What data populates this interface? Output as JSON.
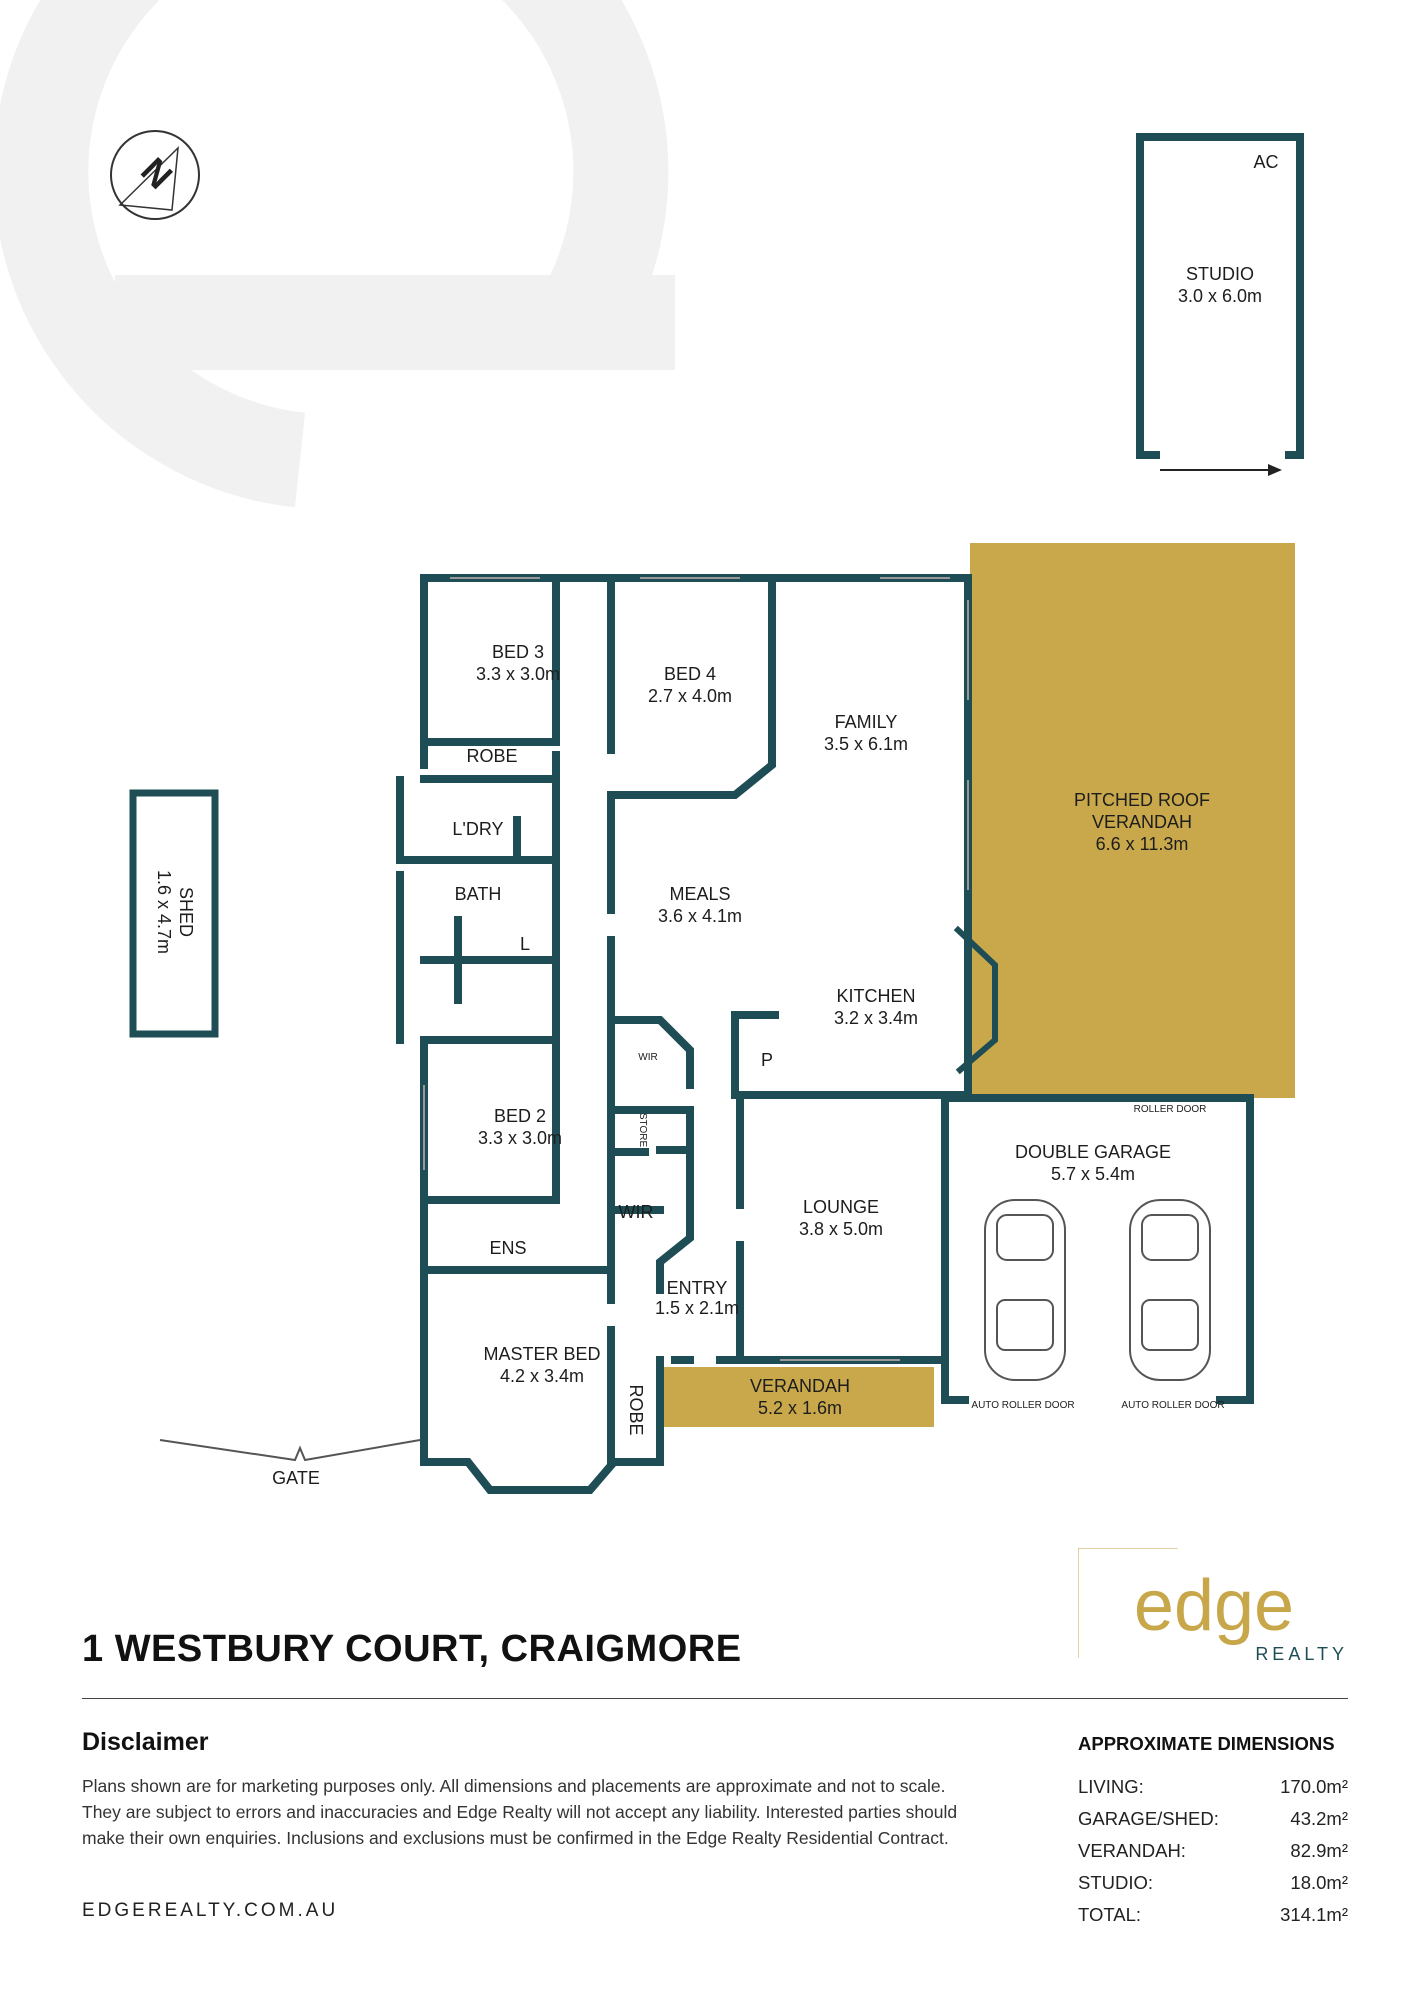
{
  "address": "1 WESTBURY COURT, CRAIGMORE",
  "brand": {
    "wordmark": "edge",
    "tagline": "REALTY",
    "gold": "#c8a64a"
  },
  "website": "EDGEREALTY.COM.AU",
  "disclaimer": {
    "title": "Disclaimer",
    "lines": [
      "Plans shown are for marketing purposes only. All dimensions and placements are approximate and not to scale.",
      "They are subject to errors and inaccuracies and Edge Realty will not accept any liability. Interested parties should",
      "make their own enquiries. Inclusions and exclusions must be confirmed in the Edge Realty Residential Contract."
    ]
  },
  "dimensions": {
    "title": "APPROXIMATE DIMENSIONS",
    "rows": [
      {
        "label": "LIVING:",
        "value": "170.0m²"
      },
      {
        "label": "GARAGE/SHED:",
        "value": "43.2m²"
      },
      {
        "label": "VERANDAH:",
        "value": "82.9m²"
      },
      {
        "label": "STUDIO:",
        "value": "18.0m²"
      },
      {
        "label": "TOTAL:",
        "value": "314.1m²"
      }
    ]
  },
  "plan": {
    "colors": {
      "wall": "#1e4d55",
      "verandah": "#c9a84c",
      "watermark": "#f1f1f1"
    },
    "compass": "N",
    "rooms": {
      "bed3": {
        "name": "BED 3",
        "size": "3.3 x 3.0m"
      },
      "bed4": {
        "name": "BED 4",
        "size": "2.7 x 4.0m"
      },
      "family": {
        "name": "FAMILY",
        "size": "3.5 x 6.1m"
      },
      "meals": {
        "name": "MEALS",
        "size": "3.6 x 4.1m"
      },
      "kitchen": {
        "name": "KITCHEN",
        "size": "3.2 x 3.4m"
      },
      "bed2": {
        "name": "BED 2",
        "size": "3.3 x 3.0m"
      },
      "lounge": {
        "name": "LOUNGE",
        "size": "3.8 x 5.0m"
      },
      "entry": {
        "name": "ENTRY",
        "size": "1.5 x 2.1m"
      },
      "master": {
        "name": "MASTER BED",
        "size": "4.2 x 3.4m"
      },
      "garage": {
        "name": "DOUBLE GARAGE",
        "size": "5.7 x 5.4m"
      },
      "verandah": {
        "name": "VERANDAH",
        "size": "5.2 x 1.6m"
      },
      "pitched": {
        "line1": "PITCHED ROOF",
        "line2": "VERANDAH",
        "size": "6.6 x 11.3m"
      },
      "studio": {
        "name": "STUDIO",
        "size": "3.0 x 6.0m"
      },
      "shed": {
        "name": "SHED",
        "size": "1.6 x 4.7m"
      }
    },
    "labels": {
      "robe": "ROBE",
      "laundry": "L'DRY",
      "bath": "BATH",
      "linen": "L",
      "wir": "WIR",
      "store": "STORE",
      "ens": "ENS",
      "pantry": "P",
      "ac": "AC",
      "gate": "GATE",
      "roller_door": "ROLLER DOOR",
      "auto_roller_door": "AUTO ROLLER DOOR"
    }
  }
}
